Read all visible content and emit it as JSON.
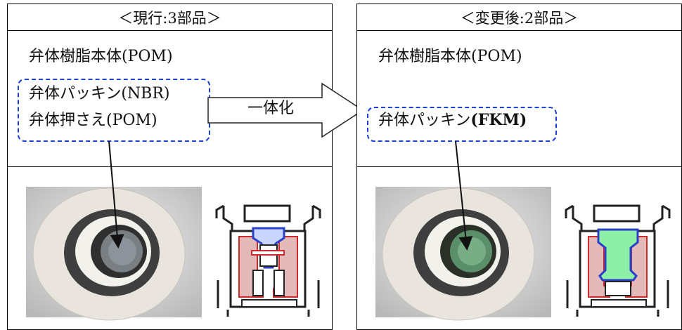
{
  "left": {
    "header": "＜現行:3部品＞",
    "body_label": "弁体樹脂本体(POM)",
    "packing_label": "弁体パッキン(NBR)",
    "presser_label": "弁体押さえ(POM)"
  },
  "right": {
    "header": "＜変更後:2部品＞",
    "body_label": "弁体樹脂本体(POM)",
    "packing_label_prefix": "弁体パッキン",
    "packing_label_bold": "(FKM)"
  },
  "arrow_label": "一体化",
  "colors": {
    "dashed_border": "#1a3fd6",
    "seal_fill_new": "#8ef0a6",
    "seal_outline_old": "#2a40c8",
    "body_fill": "#e3b9b9",
    "body_outline": "#cc2a2a"
  }
}
